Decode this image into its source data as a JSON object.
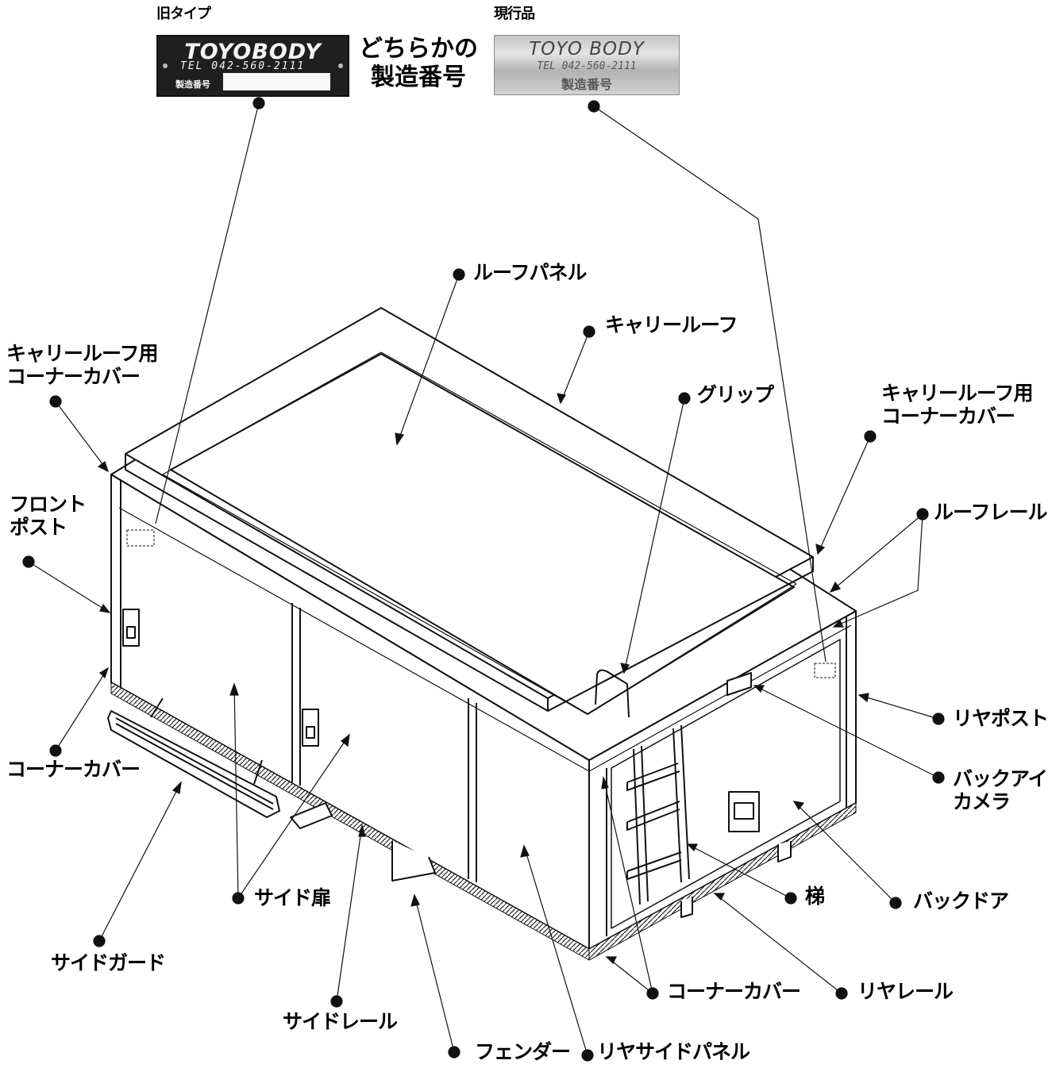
{
  "plates": {
    "old": {
      "heading": "旧タイプ",
      "brand": "TOYOBODY",
      "tel": "TEL 042-560-2111",
      "serial_label": "製造番号"
    },
    "current": {
      "heading": "現行品",
      "brand": "TOYO BODY",
      "tel": "TEL 042-560-2111",
      "serial_label": "製造番号"
    },
    "either_note_line1": "どちらかの",
    "either_note_line2": "製造番号"
  },
  "labels": {
    "roof_panel": "ルーフパネル",
    "carry_roof": "キャリールーフ",
    "corner_cover_left_l1": "キャリールーフ用",
    "corner_cover_left_l2": "コーナーカバー",
    "grip": "グリップ",
    "corner_cover_right_l1": "キャリールーフ用",
    "corner_cover_right_l2": "コーナーカバー",
    "front_post_l1": "フロント",
    "front_post_l2": "ポスト",
    "roof_rail": "ルーフレール",
    "rear_post": "リヤポスト",
    "back_eye_l1": "バックアイ",
    "back_eye_l2": "カメラ",
    "corner_cover_lower_left": "コーナーカバー",
    "side_door": "サイド扉",
    "ladder": "梯",
    "back_door": "バックドア",
    "side_guard": "サイドガード",
    "corner_cover_bottom": "コーナーカバー",
    "rear_rail": "リヤレール",
    "side_rail": "サイドレール",
    "fender": "フェンダー",
    "rear_side_panel": "リヤサイドパネル"
  }
}
